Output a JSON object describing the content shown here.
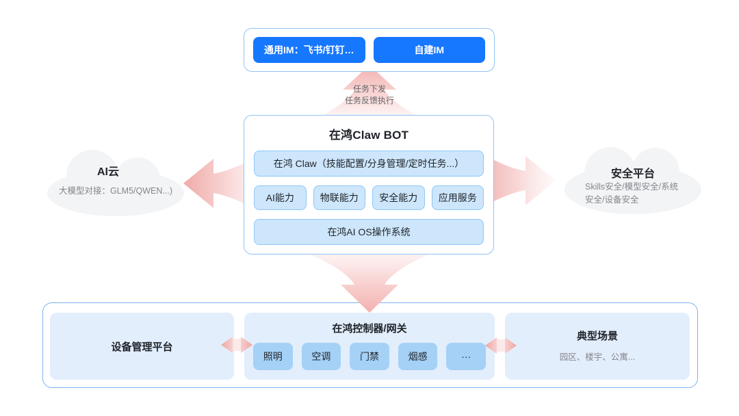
{
  "im_box": {
    "buttons": [
      "通用IM：飞书/钉钉…",
      "自建IM"
    ]
  },
  "task_arrow": {
    "lines": [
      "任务下发",
      "任务反馈执行"
    ]
  },
  "bot_box": {
    "title": "在鸿Claw BOT",
    "claw_layer": "在鸿 Claw（技能配置/分身管理/定时任务...）",
    "capabilities": [
      "AI能力",
      "物联能力",
      "安全能力",
      "应用服务"
    ],
    "os_layer": "在鸿AI OS操作系统"
  },
  "ai_cloud": {
    "title": "AI云",
    "subtitle": "大模型对接：GLM5/QWEN...)"
  },
  "security_cloud": {
    "title": "安全平台",
    "subtitle_line1": "Skills安全/模型安全/系统",
    "subtitle_line2": "安全/设备安全"
  },
  "bottom": {
    "device_platform": {
      "title": "设备管理平台"
    },
    "controller": {
      "title": "在鸿控制器/网关",
      "devices": [
        "照明",
        "空调",
        "门禁",
        "烟感",
        "···"
      ]
    },
    "scenarios": {
      "title": "典型场景",
      "subtitle": "园区、楼宇、公寓..."
    }
  },
  "colors": {
    "accent_blue": "#1677ff",
    "light_blue_fill": "#cde6fb",
    "panel_fill": "#e2eefc",
    "chip_fill": "#a5d1f6",
    "border_blue": "#8fc3f4",
    "pink_arrow": "#f0acaa",
    "cloud_fill": "#f3f4f6"
  }
}
